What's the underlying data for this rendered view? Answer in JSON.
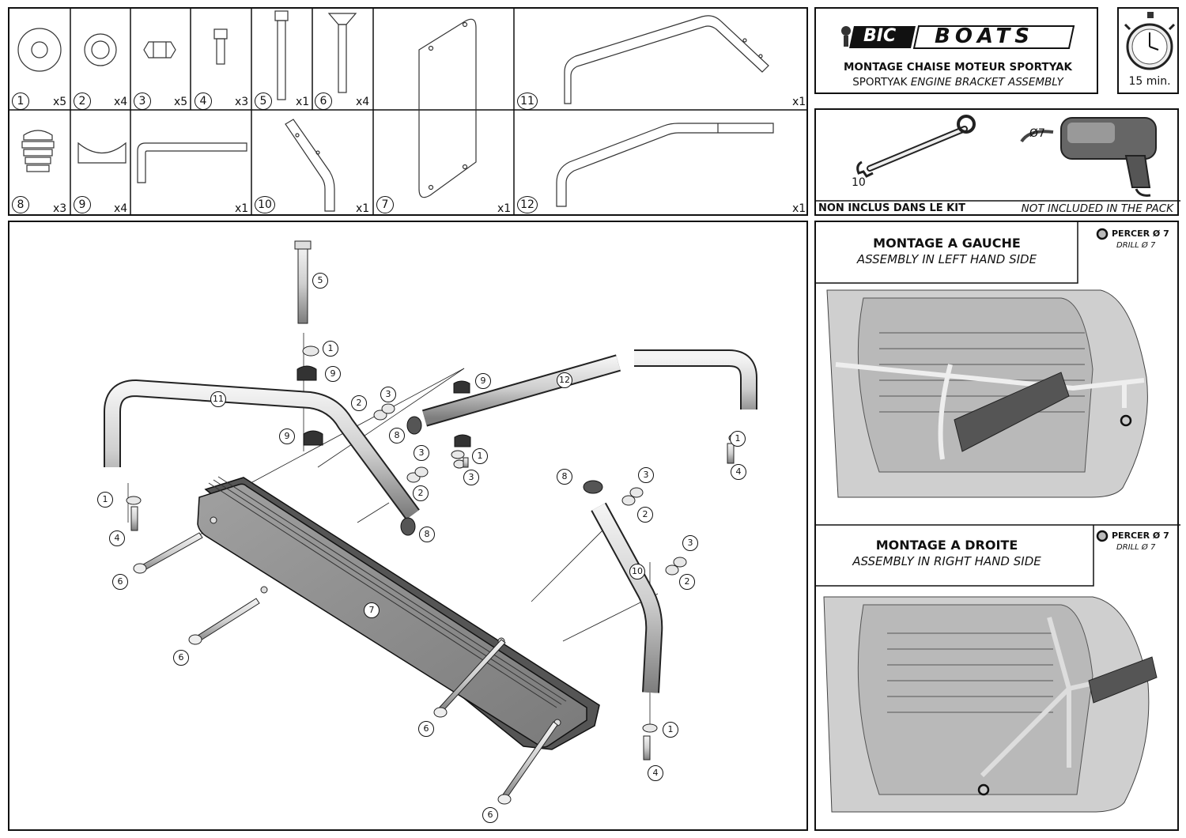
{
  "parts": [
    {
      "num": "1",
      "qty": "x5"
    },
    {
      "num": "2",
      "qty": "x4"
    },
    {
      "num": "3",
      "qty": "x5"
    },
    {
      "num": "4",
      "qty": "x3"
    },
    {
      "num": "5",
      "qty": "x1"
    },
    {
      "num": "6",
      "qty": "x4"
    },
    {
      "num": "11",
      "qty": "x1"
    },
    {
      "num": "8",
      "qty": "x3"
    },
    {
      "num": "9",
      "qty": "x4"
    },
    {
      "num": "",
      "qty": "x1"
    },
    {
      "num": "10",
      "qty": "x1"
    },
    {
      "num": "7",
      "qty": "x1"
    },
    {
      "num": "12",
      "qty": "x1"
    }
  ],
  "header": {
    "brand_bic": "BIC",
    "brand_boats": "BOATS",
    "title_fr": "MONTAGE CHAISE MOTEUR SPORTYAK",
    "title_en_prefix": "SPORTYAK ",
    "title_en_italic": "ENGINE BRACKET ASSEMBLY",
    "time": "15 min."
  },
  "tools": {
    "wrench_size": "10",
    "drill_size": "Ø7",
    "not_included_fr": "NON INCLUS DANS LE KIT",
    "not_included_en": "NOT INCLUDED IN THE PACK"
  },
  "left_assembly": {
    "title_fr": "MONTAGE A GAUCHE",
    "title_en": "ASSEMBLY IN LEFT HAND SIDE",
    "drill_fr": "PERCER Ø 7",
    "drill_en": "DRILL Ø 7"
  },
  "right_assembly": {
    "title_fr": "MONTAGE A DROITE",
    "title_en": "ASSEMBLY IN RIGHT HAND SIDE",
    "drill_fr": "PERCER Ø 7",
    "drill_en": "DRILL Ø 7"
  },
  "callouts": [
    "5",
    "1",
    "9",
    "11",
    "2",
    "3",
    "12",
    "9",
    "8",
    "9",
    "1",
    "3",
    "1",
    "4",
    "3",
    "2",
    "1",
    "4",
    "8",
    "8",
    "3",
    "2",
    "6",
    "7",
    "10",
    "3",
    "2",
    "6",
    "6",
    "1",
    "4",
    "6"
  ]
}
